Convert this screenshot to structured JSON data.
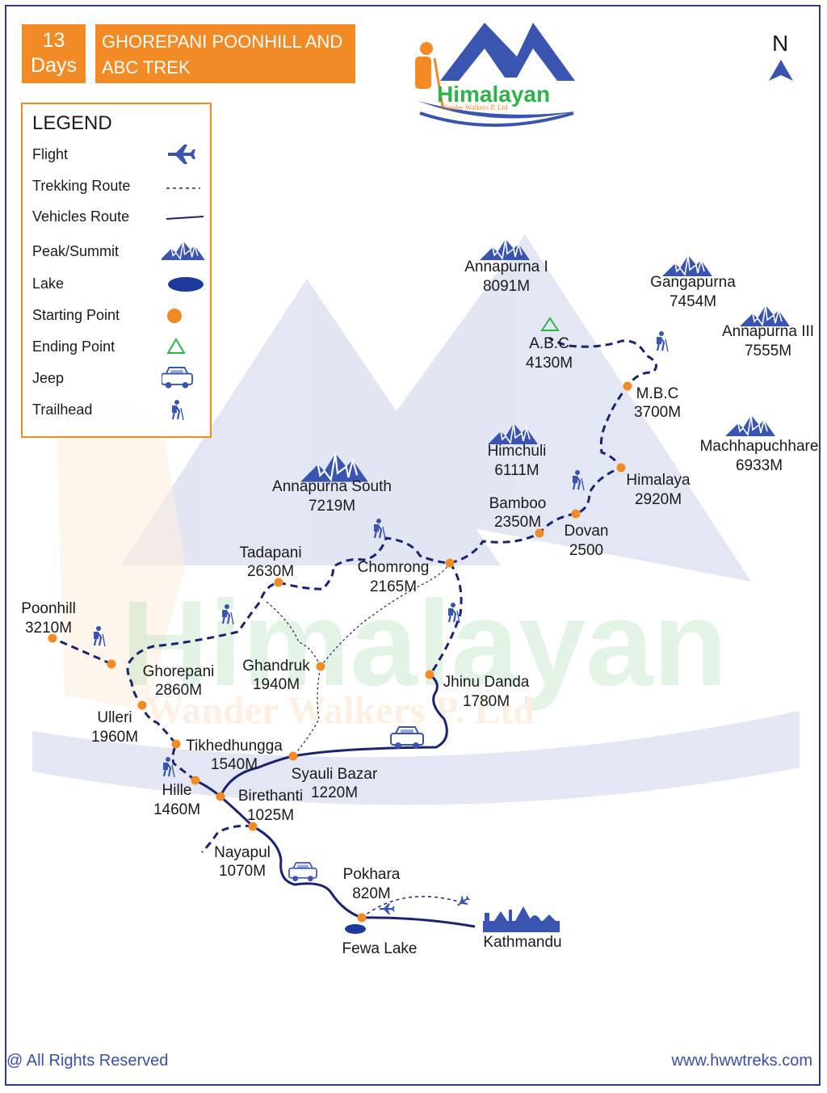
{
  "header": {
    "days_line1": "13",
    "days_line2": "Days",
    "title": "GHOREPANI POONHILL AND ABC TREK"
  },
  "brand": {
    "name": "Himalayan",
    "subtitle": "Wander Walkers P. Ltd"
  },
  "compass": {
    "label": "N"
  },
  "legend": {
    "title": "LEGEND",
    "items": [
      {
        "label": "Flight",
        "icon": "airplane-icon"
      },
      {
        "label": "Trekking Route",
        "icon": "dashed-line-icon"
      },
      {
        "label": "Vehicles Route",
        "icon": "solid-line-icon"
      },
      {
        "label": "Peak/Summit",
        "icon": "mountain-icon"
      },
      {
        "label": "Lake",
        "icon": "lake-icon"
      },
      {
        "label": "Starting Point",
        "icon": "orange-dot-icon"
      },
      {
        "label": "Ending Point",
        "icon": "green-triangle-icon"
      },
      {
        "label": "Jeep",
        "icon": "jeep-icon"
      },
      {
        "label": "Trailhead",
        "icon": "hiker-icon"
      }
    ]
  },
  "peaks": [
    {
      "name": "Annapurna I",
      "elevation": "8091M"
    },
    {
      "name": "Gangapurna",
      "elevation": "7454M"
    },
    {
      "name": "Annapurna III",
      "elevation": "7555M"
    },
    {
      "name": "Machhapuchhare",
      "elevation": "6933M"
    },
    {
      "name": "Himchuli",
      "elevation": "6111M"
    },
    {
      "name": "Annapurna South",
      "elevation": "7219M"
    }
  ],
  "places": [
    {
      "name": "A.B.C",
      "elevation": "4130M"
    },
    {
      "name": "M.B.C",
      "elevation": "3700M"
    },
    {
      "name": "Himalaya",
      "elevation": "2920M"
    },
    {
      "name": "Dovan",
      "elevation": "2500"
    },
    {
      "name": "Bamboo",
      "elevation": "2350M"
    },
    {
      "name": "Chomrong",
      "elevation": "2165M"
    },
    {
      "name": "Tadapani",
      "elevation": "2630M"
    },
    {
      "name": "Poonhill",
      "elevation": "3210M"
    },
    {
      "name": "Ghorepani",
      "elevation": "2860M"
    },
    {
      "name": "Ghandruk",
      "elevation": "1940M"
    },
    {
      "name": "Jhinu Danda",
      "elevation": "1780M"
    },
    {
      "name": "Ulleri",
      "elevation": "1960M"
    },
    {
      "name": "Tikhedhungga",
      "elevation": "1540M"
    },
    {
      "name": "Syauli Bazar",
      "elevation": "1220M"
    },
    {
      "name": "Hille",
      "elevation": "1460M"
    },
    {
      "name": "Birethanti",
      "elevation": "1025M"
    },
    {
      "name": "Nayapul",
      "elevation": "1070M"
    },
    {
      "name": "Pokhara",
      "elevation": "820M"
    },
    {
      "name": "Fewa Lake",
      "elevation": ""
    },
    {
      "name": "Kathmandu",
      "elevation": ""
    }
  ],
  "footer": {
    "rights": "@ All Rights Reserved",
    "website": "www.hwwtreks.com"
  },
  "colors": {
    "orange": "#f28a25",
    "route": "#1c2470",
    "peak": "#3a55b0",
    "end": "#2db34a",
    "watermark": "#2db34a"
  }
}
